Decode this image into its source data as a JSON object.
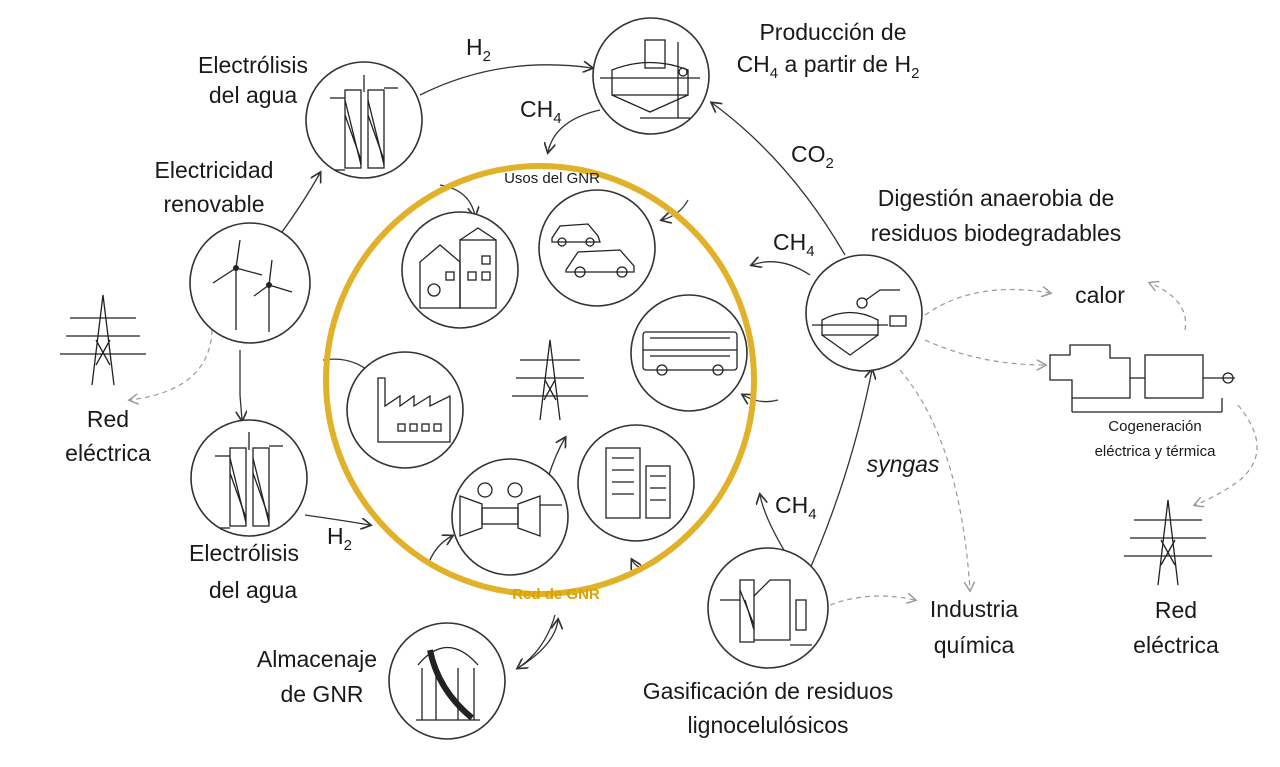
{
  "labels": {
    "electrolysis_top_1": "Electrólisis",
    "electrolysis_top_2": "del agua",
    "h2_top": "H",
    "h2_sub": "2",
    "methanation_1": "Producción de",
    "methanation_2a": "CH",
    "methanation_2b": "4",
    "methanation_2c": " a partir de H",
    "methanation_2d": "2",
    "ch4_top": "CH",
    "ch4_sub": "4",
    "renewable_1": "Electricidad",
    "renewable_2": "renovable",
    "co2": "CO",
    "co2_sub": "2",
    "digestion_1": "Digestión anaerobia de",
    "digestion_2": "residuos biodegradables",
    "ch4_mid": "CH",
    "ch4_mid_sub": "4",
    "gnr_uses": "Usos del GNR",
    "heat": "calor",
    "grid_left_1": "Red",
    "grid_left_2": "eléctrica",
    "cogen_1": "Cogeneración",
    "cogen_2": "eléctrica y térmica",
    "syngas": "syngas",
    "electrolysis_bottom_1": "Electrólisis",
    "electrolysis_bottom_2": "del agua",
    "h2_bottom": "H",
    "h2_bottom_sub": "2",
    "ch4_bottom": "CH",
    "ch4_bottom_sub": "4",
    "gnr_network": "Red de GNR",
    "industry_1": "Industria",
    "industry_2": "química",
    "grid_right_1": "Red",
    "grid_right_2": "eléctrica",
    "storage_1": "Almacenaje",
    "storage_2": "de GNR",
    "gasification_1": "Gasificación de residuos",
    "gasification_2": "lignocelulósicos"
  },
  "colors": {
    "ring": "#e2b12a",
    "ring_label": "#d9a400",
    "line": "#333333",
    "dashed": "#999999"
  },
  "icons": [
    "electrolyzer-icon",
    "methanation-reactor-icon",
    "wind-turbine-icon",
    "power-tower-icon",
    "digester-icon",
    "cogeneration-engine-icon",
    "gasifier-icon",
    "gas-storage-icon",
    "house-icon",
    "cars-icon",
    "bus-icon",
    "factory-icon",
    "turbine-icon",
    "office-building-icon"
  ]
}
